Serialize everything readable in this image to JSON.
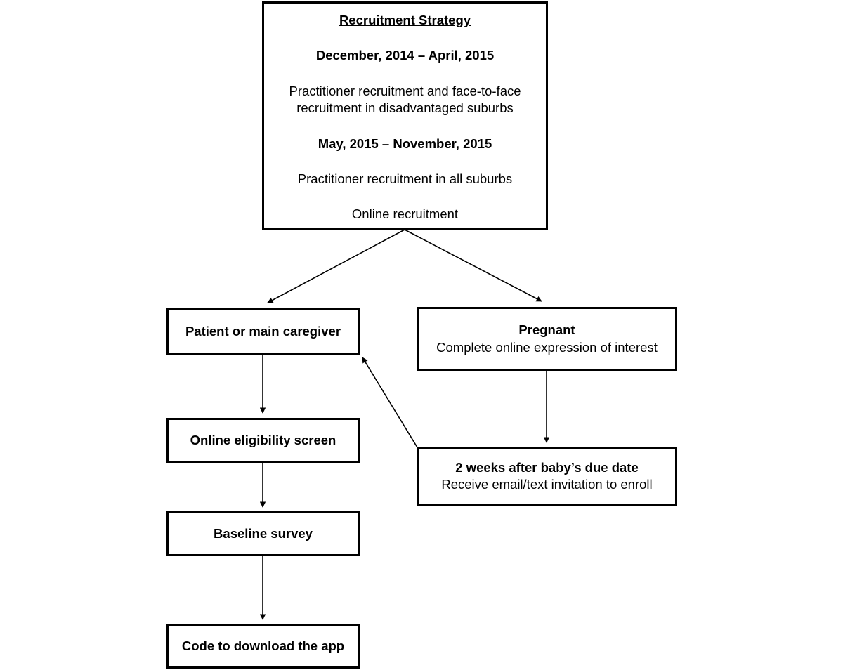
{
  "diagram": {
    "title": "Recruitment and enrollment flowchart",
    "background_color": "#ffffff",
    "stroke_color": "#000000",
    "nodes": {
      "recruitment_strategy": {
        "heading": "Recruitment Strategy",
        "period_1_label": "December, 2014 – April, 2015",
        "period_1_line_a": "Practitioner recruitment and face-to-face",
        "period_1_line_b": "recruitment in disadvantaged suburbs",
        "period_2_label": "May, 2015 – November, 2015",
        "period_2_line_a": "Practitioner recruitment in all suburbs",
        "period_2_line_b": "Online recruitment"
      },
      "patient_caregiver": {
        "title": "Patient or main caregiver"
      },
      "pregnant": {
        "title": "Pregnant",
        "subtitle": "Complete online expression of interest"
      },
      "online_eligibility": {
        "title": "Online eligibility screen"
      },
      "two_weeks": {
        "title": "2 weeks after baby’s due date",
        "subtitle": "Receive email/text invitation to enroll"
      },
      "baseline_survey": {
        "title": "Baseline survey"
      },
      "download_code": {
        "title": "Code to download the app"
      }
    },
    "connectors": [
      {
        "name": "strategy-to-patient",
        "from": "recruitment_strategy",
        "to": "patient_caregiver",
        "arrowhead": "end"
      },
      {
        "name": "strategy-to-pregnant",
        "from": "recruitment_strategy",
        "to": "pregnant",
        "arrowhead": "end"
      },
      {
        "name": "patient-to-eligibility",
        "from": "patient_caregiver",
        "to": "online_eligibility",
        "arrowhead": "end"
      },
      {
        "name": "eligibility-to-baseline",
        "from": "online_eligibility",
        "to": "baseline_survey",
        "arrowhead": "end"
      },
      {
        "name": "baseline-to-download-code",
        "from": "baseline_survey",
        "to": "download_code",
        "arrowhead": "end"
      },
      {
        "name": "pregnant-to-two-weeks",
        "from": "pregnant",
        "to": "two_weeks",
        "arrowhead": "end"
      },
      {
        "name": "two-weeks-to-patient",
        "from": "two_weeks",
        "to": "patient_caregiver",
        "arrowhead": "end"
      }
    ]
  }
}
